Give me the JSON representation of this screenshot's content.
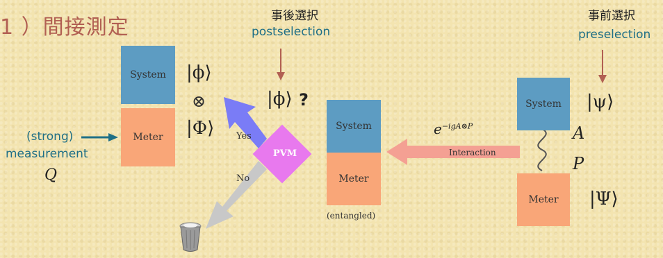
{
  "title": "1 ）間接測定",
  "postselection": {
    "jp": "事後選択",
    "en": "postselection"
  },
  "preselection": {
    "jp": "事前選択",
    "en": "preselection"
  },
  "left_stack": {
    "system": "System",
    "meter": "Meter"
  },
  "left_states": {
    "phi": "|ϕ⟩",
    "tensor": "⊗",
    "Phi": "|Φ⟩"
  },
  "phi_question": {
    "ket": "|ϕ⟩",
    "q": "?"
  },
  "strong": {
    "line1": "(strong)",
    "line2": "measurement",
    "Q": "Q"
  },
  "pvm": {
    "label": "PVM",
    "yes": "Yes",
    "no": "No"
  },
  "middle_stack": {
    "system": "System",
    "meter": "Meter",
    "caption": "(entangled)"
  },
  "interaction": {
    "label": "Interaction",
    "operator": "e",
    "exponent": "−igA⊗P"
  },
  "right_stack": {
    "system": "System",
    "meter": "Meter",
    "A": "A",
    "P": "P",
    "psi": "|ψ⟩",
    "Psi": "|Ψ⟩"
  },
  "colors": {
    "system": "#5d9cc2",
    "meter": "#f9a678",
    "pvm": "#e879ee",
    "title": "#b15f52",
    "arrow_red": "#b15f52",
    "arrow_teal": "#1f6f86",
    "yes_arrow": "#7a7cf6",
    "no_arrow": "#c8c8c8",
    "interaction_arrow": "#f4a093"
  }
}
